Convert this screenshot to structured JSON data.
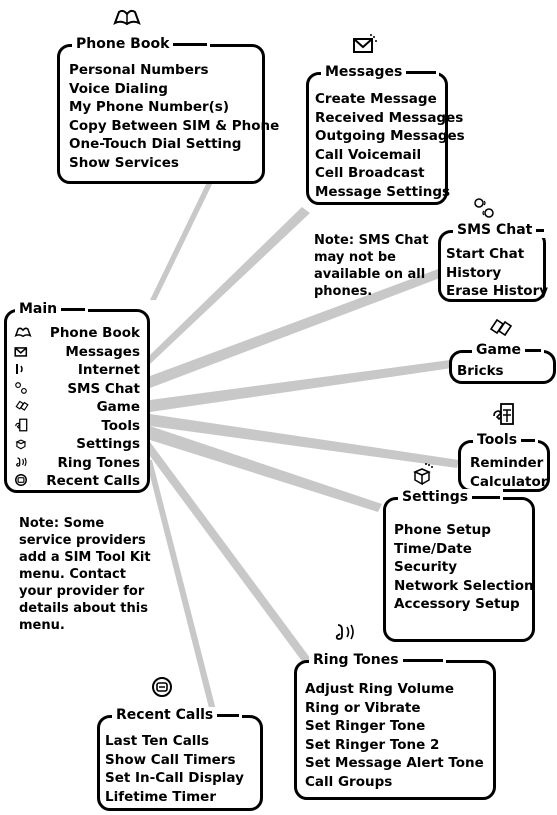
{
  "main": {
    "title": "Main",
    "items": [
      {
        "label": "Phone Book",
        "icon": "phonebook-icon"
      },
      {
        "label": "Messages",
        "icon": "messages-icon"
      },
      {
        "label": "Internet",
        "icon": "internet-icon"
      },
      {
        "label": "SMS Chat",
        "icon": "sms-chat-icon"
      },
      {
        "label": "Game",
        "icon": "game-icon"
      },
      {
        "label": "Tools",
        "icon": "tools-icon"
      },
      {
        "label": "Settings",
        "icon": "settings-icon"
      },
      {
        "label": "Ring Tones",
        "icon": "ring-tones-icon"
      },
      {
        "label": "Recent Calls",
        "icon": "recent-calls-icon"
      }
    ]
  },
  "phonebook": {
    "title": "Phone Book",
    "items": [
      "Personal Numbers",
      "Voice Dialing",
      "My Phone Number(s)",
      "Copy Between SIM & Phone",
      "One-Touch Dial Setting",
      "Show Services"
    ]
  },
  "messages": {
    "title": "Messages",
    "items": [
      "Create Message",
      "Received Messages",
      "Outgoing Messages",
      "Call Voicemail",
      "Cell Broadcast",
      "Message Settings"
    ]
  },
  "smschat": {
    "title": "SMS Chat",
    "items": [
      "Start Chat",
      "History",
      "Erase History"
    ]
  },
  "game": {
    "title": "Game",
    "items": [
      "Bricks"
    ]
  },
  "tools": {
    "title": "Tools",
    "items": [
      "Reminder",
      "Calculator"
    ]
  },
  "settings": {
    "title": "Settings",
    "items": [
      "Phone Setup",
      "Time/Date",
      "Security",
      "Network Selection",
      "Accessory Setup"
    ]
  },
  "ringtones": {
    "title": "Ring Tones",
    "items": [
      "Adjust Ring Volume",
      "Ring or Vibrate",
      "Set Ringer Tone",
      "Set Ringer Tone 2",
      "Set Message Alert Tone",
      "Call Groups"
    ]
  },
  "recentcalls": {
    "title": "Recent Calls",
    "items": [
      "Last Ten Calls",
      "Show Call Timers",
      "Set In-Call Display",
      "Lifetime Timer"
    ]
  },
  "notes": {
    "sms": [
      "Note: SMS Chat",
      "may not be",
      "available on all",
      "phones."
    ],
    "simtoolkit": [
      "Note: Some",
      "service providers",
      "add a SIM Tool Kit",
      "menu. Contact",
      "your provider for",
      "details about this",
      "menu."
    ]
  },
  "colors": {
    "ray": "#c8c8c8",
    "border": "#000000",
    "background": "#ffffff"
  }
}
